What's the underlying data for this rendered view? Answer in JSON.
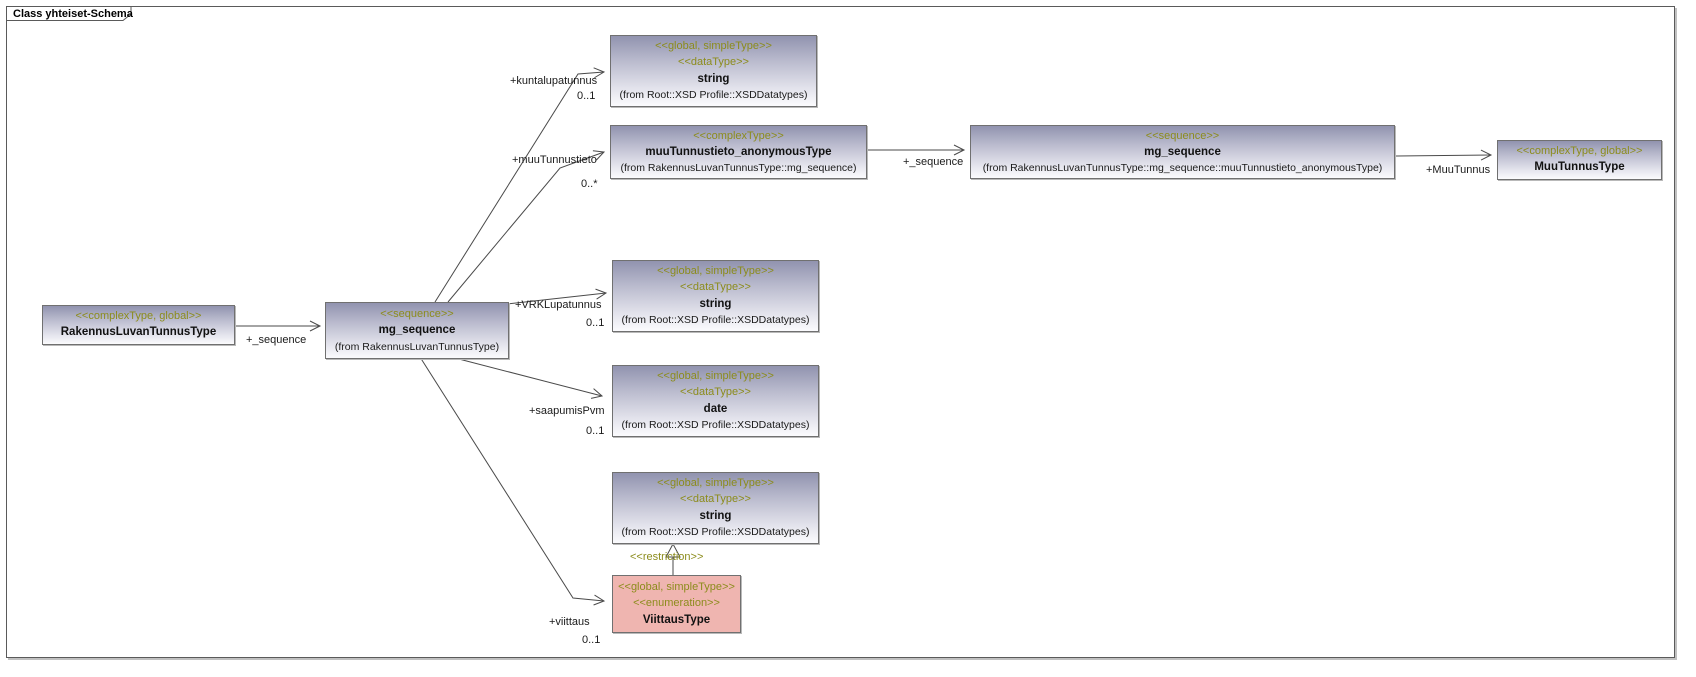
{
  "frame": {
    "title": "Class yhteiset-Schema"
  },
  "colors": {
    "stereotype_text": "#8c8c1c",
    "node_gradient_top": "#9193af",
    "node_gradient_bottom": "#fbfbfd",
    "enumeration_node_fill": "#efb5b0",
    "edge_line": "#4a4a4a",
    "frame_border": "#5a5a5a",
    "background": "#ffffff"
  },
  "nodes": {
    "rakennusluvantunnustype": {
      "st1": "<<complexType, global>>",
      "name": "RakennusLuvanTunnusType"
    },
    "mg_sequence_main": {
      "st1": "<<sequence>>",
      "name": "mg_sequence",
      "from": "(from RakennusLuvanTunnusType)"
    },
    "string_kuntalupatunnus": {
      "st1": "<<global, simpleType>>",
      "st2": "<<dataType>>",
      "name": "string",
      "from": "(from Root::XSD Profile::XSDDatatypes)"
    },
    "muutunnustieto_anonymoustype": {
      "st1": "<<complexType>>",
      "name": "muuTunnustieto_anonymousType",
      "from": "(from RakennusLuvanTunnusType::mg_sequence)"
    },
    "mg_sequence_inner": {
      "st1": "<<sequence>>",
      "name": "mg_sequence",
      "from": "(from RakennusLuvanTunnusType::mg_sequence::muuTunnustieto_anonymousType)"
    },
    "muutunnustype": {
      "st1": "<<complexType, global>>",
      "name": "MuuTunnusType"
    },
    "string_vrklupatunnus": {
      "st1": "<<global, simpleType>>",
      "st2": "<<dataType>>",
      "name": "string",
      "from": "(from Root::XSD Profile::XSDDatatypes)"
    },
    "date_saapumispvm": {
      "st1": "<<global, simpleType>>",
      "st2": "<<dataType>>",
      "name": "date",
      "from": "(from Root::XSD Profile::XSDDatatypes)"
    },
    "string_viittaus": {
      "st1": "<<global, simpleType>>",
      "st2": "<<dataType>>",
      "name": "string",
      "from": "(from Root::XSD Profile::XSDDatatypes)"
    },
    "viittaustype": {
      "st1": "<<global, simpleType>>",
      "st2": "<<enumeration>>",
      "name": "ViittausType"
    }
  },
  "edges": {
    "sequence_main": {
      "label": "+_sequence"
    },
    "kuntalupatunnus": {
      "label": "+kuntalupatunnus",
      "multiplicity": "0..1"
    },
    "muutunnustieto": {
      "label": "+muuTunnustieto",
      "multiplicity": "0..*"
    },
    "sequence_inner": {
      "label": "+_sequence"
    },
    "muutunnus": {
      "label": "+MuuTunnus"
    },
    "vrklupatunnus": {
      "label": "+VRKLupatunnus",
      "multiplicity": "0..1"
    },
    "saapumispvm": {
      "label": "+saapumisPvm",
      "multiplicity": "0..1"
    },
    "viittaus": {
      "label": "+viittaus",
      "multiplicity": "0..1"
    },
    "restriction": {
      "label": "<<restriction>>"
    }
  }
}
